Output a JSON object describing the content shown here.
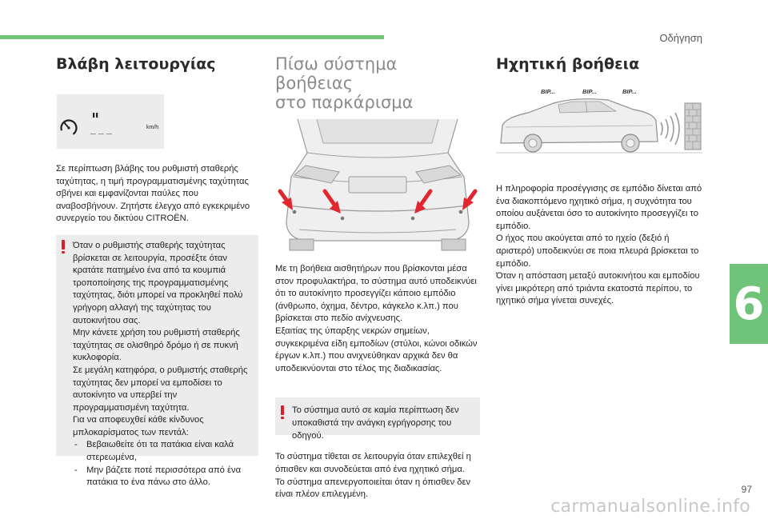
{
  "header": {
    "section": "Οδήγηση",
    "chapter_number": "6",
    "page_number": "97"
  },
  "watermark": "carmanualsonline.info",
  "col1": {
    "title": "Βλάβη λειτουργίας",
    "display": {
      "dashes": "_ _ _",
      "unit": "km/h",
      "icon": "speedometer-fault-icon"
    },
    "paragraph": "Σε περίπτωση βλάβης του ρυθμιστή σταθερής ταχύτητας, η τιμή προγραμματισμένης ταχύτητας σβήνει και εμφανίζονται παύλες που αναβοσβήνουν. Ζητήστε έλεγχο από εγκεκριμένο συνεργείο του δικτύου CITROËN.",
    "warning": {
      "lines": [
        "Όταν ο ρυθμιστής σταθερής ταχύτητας βρίσκεται σε λειτουργία, προσέξτε όταν κρατάτε πατημένο ένα από τα κουμπιά τροποποίησης της προγραμματισμένης ταχύτητας, διότι μπορεί να προκληθεί πολύ γρήγορη αλλαγή της ταχύτητας του αυτοκινήτου σας.",
        "Μην κάνετε χρήση του ρυθμιστή σταθερής ταχύτητας σε ολισθηρό δρόμο ή σε πυκνή κυκλοφορία.",
        "Σε μεγάλη κατηφόρα, ο ρυθμιστής σταθερής ταχύτητας δεν μπορεί να εμποδίσει το αυτοκίνητο να υπερβεί την προγραμματισμένη ταχύτητα.",
        "Για να αποφευχθεί κάθε κίνδυνος μπλοκαρίσματος των πεντάλ:"
      ],
      "items": [
        "Βεβαιωθείτε ότι τα πατάκια είναι καλά στερεωμένα,",
        "Μην βάζετε ποτέ περισσότερα από ένα πατάκια το ένα πάνω στο άλλο."
      ]
    }
  },
  "col2": {
    "title_line1": "Πίσω σύστημα βοήθειας",
    "title_line2": "στο παρκάρισμα",
    "paragraph1": "Με τη βοήθεια αισθητήρων που βρίσκονται μέσα στον προφυλακτήρα, το σύστημα αυτό υποδεικνύει ότι το αυτοκίνητο προσεγγίζει κάποιο εμπόδιο (άνθρωπο, όχημα, δέντρο, κάγκελο κ.λπ.) που βρίσκεται στο πεδίο ανίχνευσης.",
    "paragraph2": "Εξαιτίας της ύπαρξης νεκρών σημείων, συγκεκριμένα είδη εμποδίων (στύλοι, κώνοι οδικών έργων κ.λπ.) που ανιχνεύθηκαν αρχικά δεν θα υποδεικνύονται στο τέλος της διαδικασίας.",
    "warning": "Το σύστημα αυτό σε καμία περίπτωση δεν υποκαθιστά την ανάγκη εγρήγορσης του οδηγού.",
    "paragraph3": "Το σύστημα τίθεται σε λειτουργία όταν επιλεχθεί η όπισθεν και συνοδεύεται από ένα ηχητικό σήμα.",
    "paragraph4": "Το σύστημα απενεργοποιείται όταν η όπισθεν δεν είναι πλέον επιλεγμένη."
  },
  "col3": {
    "title": "Ηχητική βοήθεια",
    "beeps": [
      "BIP...",
      "BIP...",
      "BIP..."
    ],
    "paragraph1": "Η πληροφορία προσέγγισης σε εμπόδιο δίνεται από ένα διακοπτόμενο ηχητικό σήμα, η συχνότητα του οποίου αυξάνεται όσο το αυτοκίνητο προσεγγίζει το εμπόδιο.",
    "paragraph2": "Ο ήχος που ακούγεται από το ηχείο (δεξιό ή αριστερό) υποδεικνύει σε ποια πλευρά βρίσκεται το εμπόδιο.",
    "paragraph3": "Όταν η απόσταση μεταξύ αυτοκινήτου και εμποδίου γίνει μικρότερη από τριάντα εκατοστά περίπου, το ηχητικό σήμα γίνεται συνεχές."
  },
  "colors": {
    "accent_green": "#6fc47a",
    "warning_red": "#d81e2a",
    "box_grey": "#ececec"
  }
}
